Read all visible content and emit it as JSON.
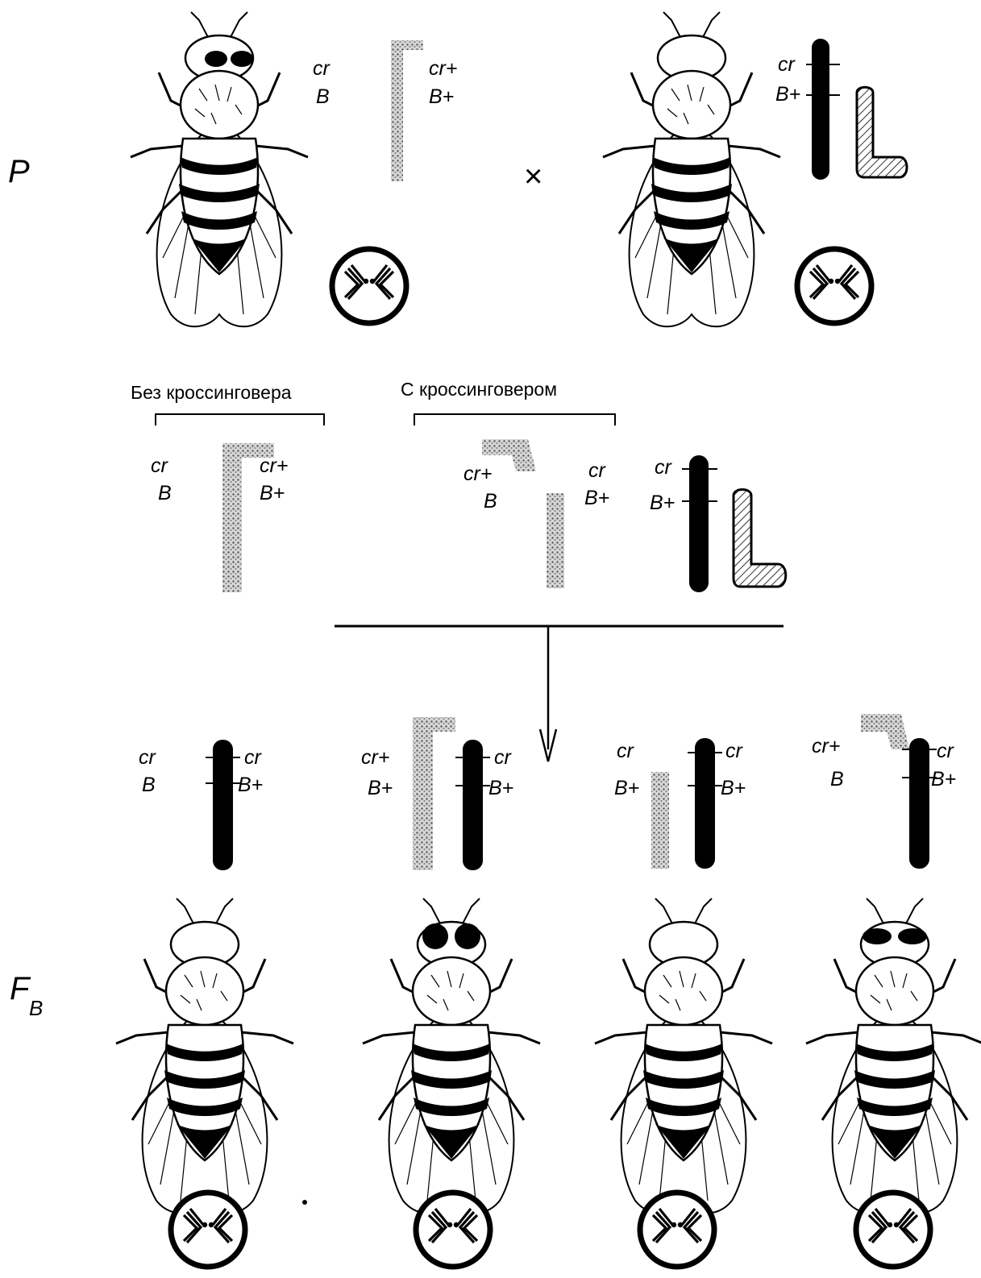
{
  "generations": {
    "parental": "P",
    "backcross_main": "F",
    "backcross_sub": "B"
  },
  "cross_symbol": "×",
  "gamete_headers": {
    "no_crossover": "Без кроссинговера",
    "crossover": "С кроссинговером"
  },
  "loci": {
    "cr": "cr",
    "cr_plus": "cr+",
    "b": "B",
    "b_plus": "B+"
  },
  "colors": {
    "ink": "#000000",
    "stipple": "#8a8a8a",
    "hatch": "#000000",
    "paper": "#ffffff"
  },
  "icons": [
    "fly-icon",
    "karyotype-icon",
    "chromosome-icon",
    "arrow-icon"
  ]
}
